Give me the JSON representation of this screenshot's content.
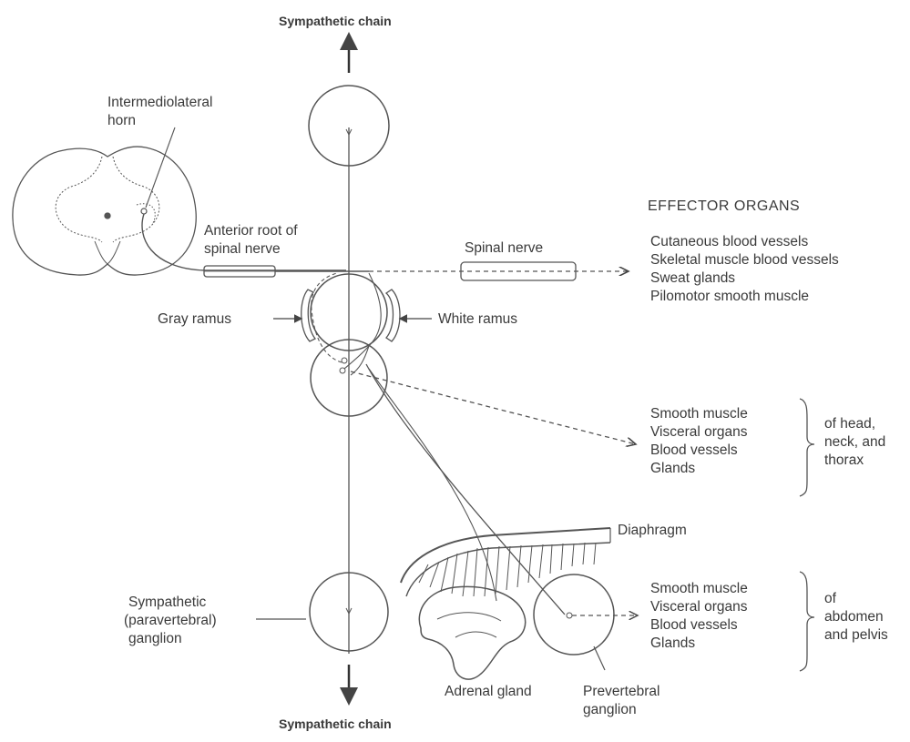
{
  "labels": {
    "chain_top": "Sympathetic chain",
    "chain_bottom": "Sympathetic chain",
    "intermediolateral_l1": "Intermediolateral",
    "intermediolateral_l2": "horn",
    "anterior_root_l1": "Anterior root of",
    "anterior_root_l2": "spinal nerve",
    "spinal_nerve": "Spinal nerve",
    "gray_ramus": "Gray ramus",
    "white_ramus": "White ramus",
    "diaphragm": "Diaphragm",
    "paravertebral_l1": "Sympathetic",
    "paravertebral_l2": "(paravertebral)",
    "paravertebral_l3": "ganglion",
    "adrenal_gland": "Adrenal gland",
    "prevertebral_l1": "Prevertebral",
    "prevertebral_l2": "ganglion"
  },
  "effector_organs": {
    "header": "EFFECTOR ORGANS",
    "cutaneous": [
      "Cutaneous blood vessels",
      "Skeletal muscle blood vessels",
      "Sweat glands",
      "Pilomotor smooth muscle"
    ]
  },
  "head_group": {
    "items": [
      "Smooth muscle",
      "Visceral organs",
      "Blood vessels",
      "Glands"
    ],
    "region": [
      "of head,",
      "neck, and",
      "thorax"
    ]
  },
  "abdomen_group": {
    "items": [
      "Smooth muscle",
      "Visceral organs",
      "Blood vessels",
      "Glands"
    ],
    "region": [
      "of",
      "abdomen",
      "and pelvis"
    ]
  }
}
